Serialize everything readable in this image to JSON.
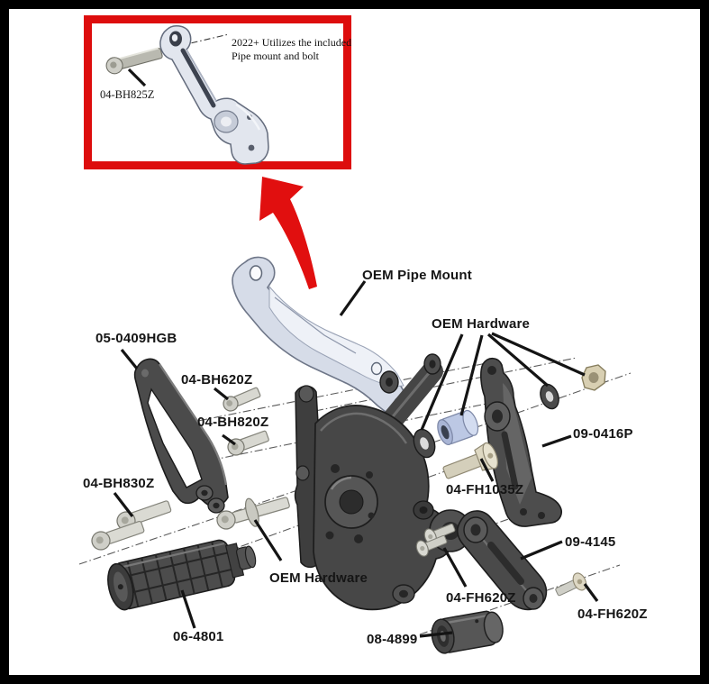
{
  "diagram": {
    "title_hint": "Exploded rearset assembly diagram",
    "inset": {
      "note_line1": "2022+ Utilizes the included",
      "note_line2": "Pipe mount and bolt",
      "bolt_label": "04-BH825Z"
    },
    "labels": {
      "pipe_mount": "OEM Pipe Mount",
      "hardware_upper": "OEM Hardware",
      "hardware_lower": "OEM Hardware",
      "heel_guard": "05-0409HGB",
      "bolt_bh620z": "04-BH620Z",
      "bolt_bh820z": "04-BH820Z",
      "bolt_bh830z": "04-BH830Z",
      "bracket_0416p": "09-0416P",
      "bolt_fh1035z": "04-FH1035Z",
      "link_4145": "09-4145",
      "bolt_fh620z_left": "04-FH620Z",
      "bolt_fh620z_right": "04-FH620Z",
      "footpeg_4801": "06-4801",
      "spacer_4899": "08-4899"
    },
    "colors": {
      "frame": "#000000",
      "highlight_box": "#dd0d0d",
      "arrow": "#e10f0f",
      "part_dark": "#494949",
      "hardware_silver": "#d8d8d1",
      "oem_light_blue": "#cdd5e4",
      "nut_tan": "#d8cfb2",
      "leader_line": "#141414"
    }
  }
}
